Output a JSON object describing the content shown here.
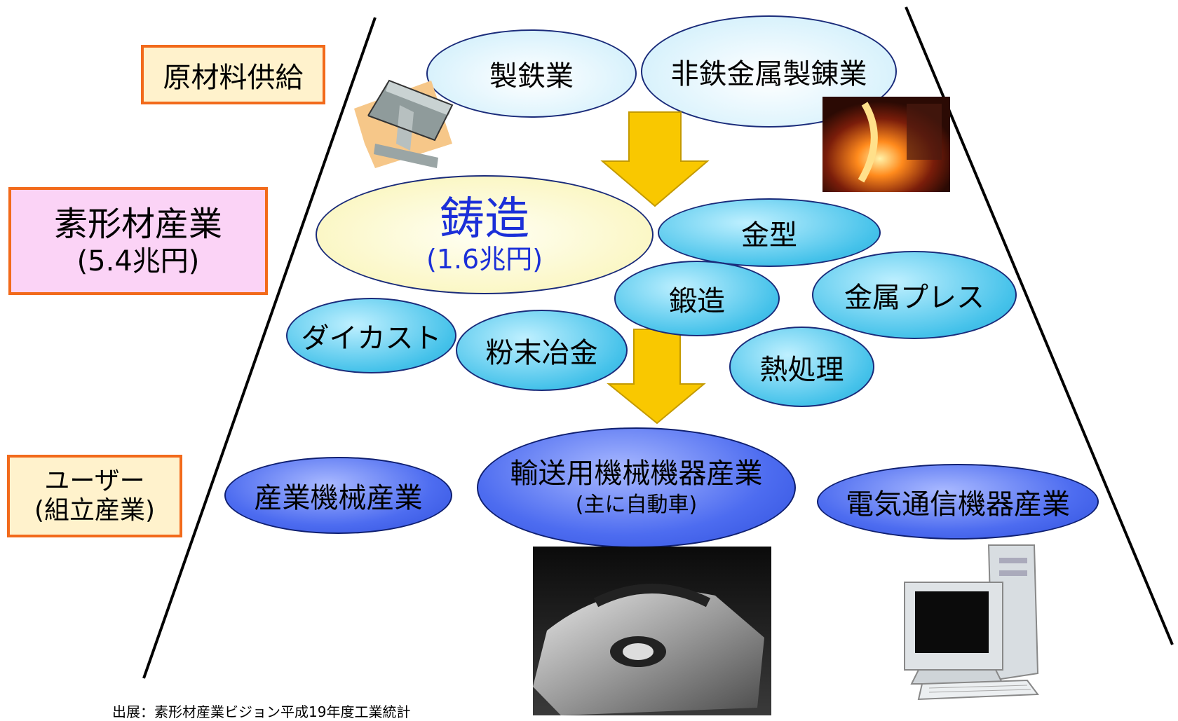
{
  "left_labels": {
    "raw_material": "原材料供給",
    "industry_name": "素形材産業",
    "industry_value": "(5.4兆円)",
    "user_line1": "ユーザー",
    "user_line2": "(組立産業)"
  },
  "supply": {
    "steel": "製鉄業",
    "nonferrous": "非鉄金属製錬業"
  },
  "casting": {
    "name": "鋳造",
    "value": "(1.6兆円)"
  },
  "processes": {
    "die": "金型",
    "forging": "鍛造",
    "press": "金属プレス",
    "diecast": "ダイカスト",
    "powder": "粉末冶金",
    "heat": "熱処理"
  },
  "users": {
    "machinery": "産業機械産業",
    "transport": "輸送用機械機器産業",
    "transport_sub": "(主に自動車)",
    "electric": "電気通信機器産業"
  },
  "source": "出展：素形材産業ビジョン平成19年度工業統計",
  "colors": {
    "orange_border": "#f26a1b",
    "pink_fill": "#fbd3f6",
    "arrow": "#f9c800",
    "casting_text": "#1b2fd8"
  }
}
